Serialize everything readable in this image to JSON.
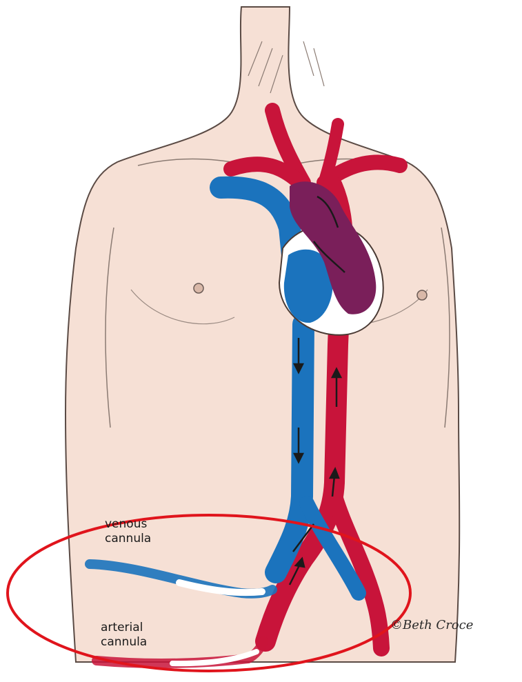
{
  "labels": {
    "venous_line1": "venous",
    "venous_line2": "cannula",
    "arterial_line1": "arterial",
    "arterial_line2": "cannula"
  },
  "signature": "©Beth Croce",
  "colors": {
    "skin": "#f6e0d5",
    "outline": "#5a4a44",
    "vein": "#1b73bd",
    "artery": "#c8143a",
    "heart_left": "#7a1f5a",
    "highlight_ellipse": "#e0141c"
  }
}
